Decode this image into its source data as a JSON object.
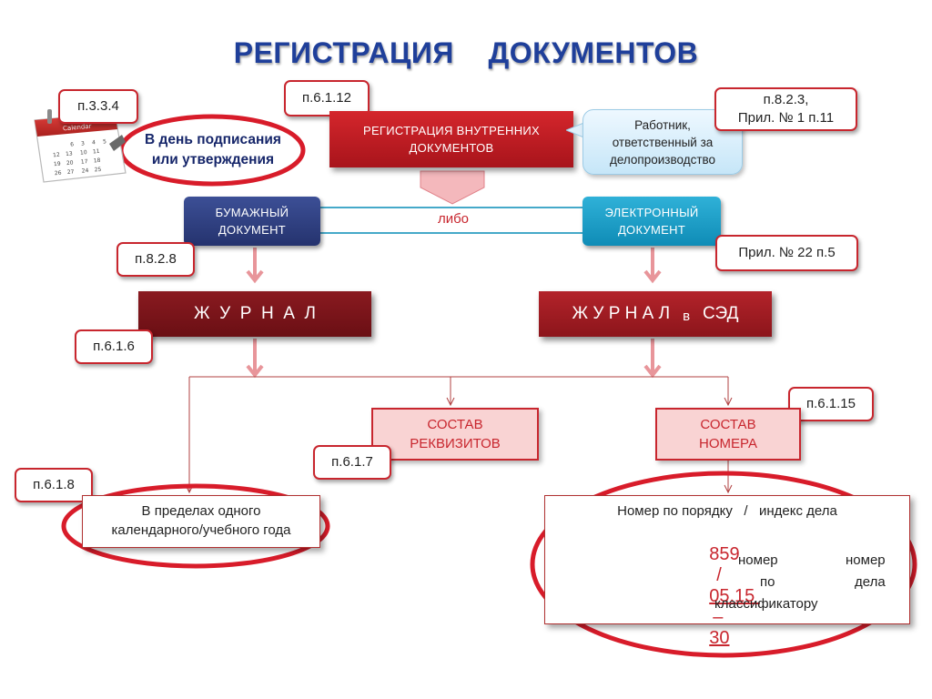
{
  "title": "РЕГИСТРАЦИЯ    ДОКУМЕНТОВ",
  "calendar": {
    "header": "Calendar",
    "numbers": [
      "6",
      "12",
      "13",
      "19",
      "20",
      "26",
      "27",
      "3",
      "4",
      "5",
      "10",
      "11",
      "17",
      "18",
      "24",
      "25"
    ]
  },
  "refs": {
    "p3_3_4": "п.3.3.4",
    "p6_1_12": "п.6.1.12",
    "p8_2_3_line1": "п.8.2.3,",
    "p8_2_3_line2": "Прил. № 1 п.11",
    "p8_2_8": "п.8.2.8",
    "pril22": "Прил. № 22 п.5",
    "p6_1_6": "п.6.1.6",
    "p6_1_15": "п.6.1.15",
    "p6_1_7": "п.6.1.7",
    "p6_1_8": "п.6.1.8"
  },
  "deadline": {
    "line1": "В день подписания",
    "line2": "или утверждения"
  },
  "internal_reg": {
    "line1": "РЕГИСТРАЦИЯ  ВНУТРЕННИХ",
    "line2": "ДОКУМЕНТОВ"
  },
  "responsible": {
    "line1": "Работник,",
    "line2": "ответственный за",
    "line3": "делопроизводство"
  },
  "paper_doc": {
    "line1": "БУМАЖНЫЙ",
    "line2": "ДОКУМЕНТ"
  },
  "electronic_doc": {
    "line1": "ЭЛЕКТРОННЫЙ",
    "line2": "ДОКУМЕНТ"
  },
  "either": "либо",
  "journal_paper": "Ж  У  Р  Н  А  Л",
  "journal_sed": {
    "main": "Ж У Р Н А Л",
    "in": "в",
    "sed": "СЭД"
  },
  "requisites": {
    "line1": "СОСТАВ",
    "line2": "РЕКВИЗИТОВ"
  },
  "number_comp": {
    "line1": "СОСТАВ",
    "line2": "НОМЕРА"
  },
  "period": {
    "line1": "В  пределах одного",
    "line2": "календарного/учебного года"
  },
  "number_format": {
    "header": "Номер по порядку   /   индекс дела",
    "num": "859",
    "sep1": "/",
    "index": "05.15 ",
    "dash": "–",
    "case": "30",
    "label_num": "номер",
    "label_case": "номер",
    "label_po": "по",
    "label_dela": "дела",
    "label_klass": "классификатору"
  },
  "colors": {
    "title": "#1f3f9a",
    "red": "#c8262e",
    "dark_red": "#7d1419",
    "navy": "#2b3a7c",
    "teal": "#1aa0c8",
    "pink": "#f9d3d3",
    "arrow": "#e8959a"
  }
}
